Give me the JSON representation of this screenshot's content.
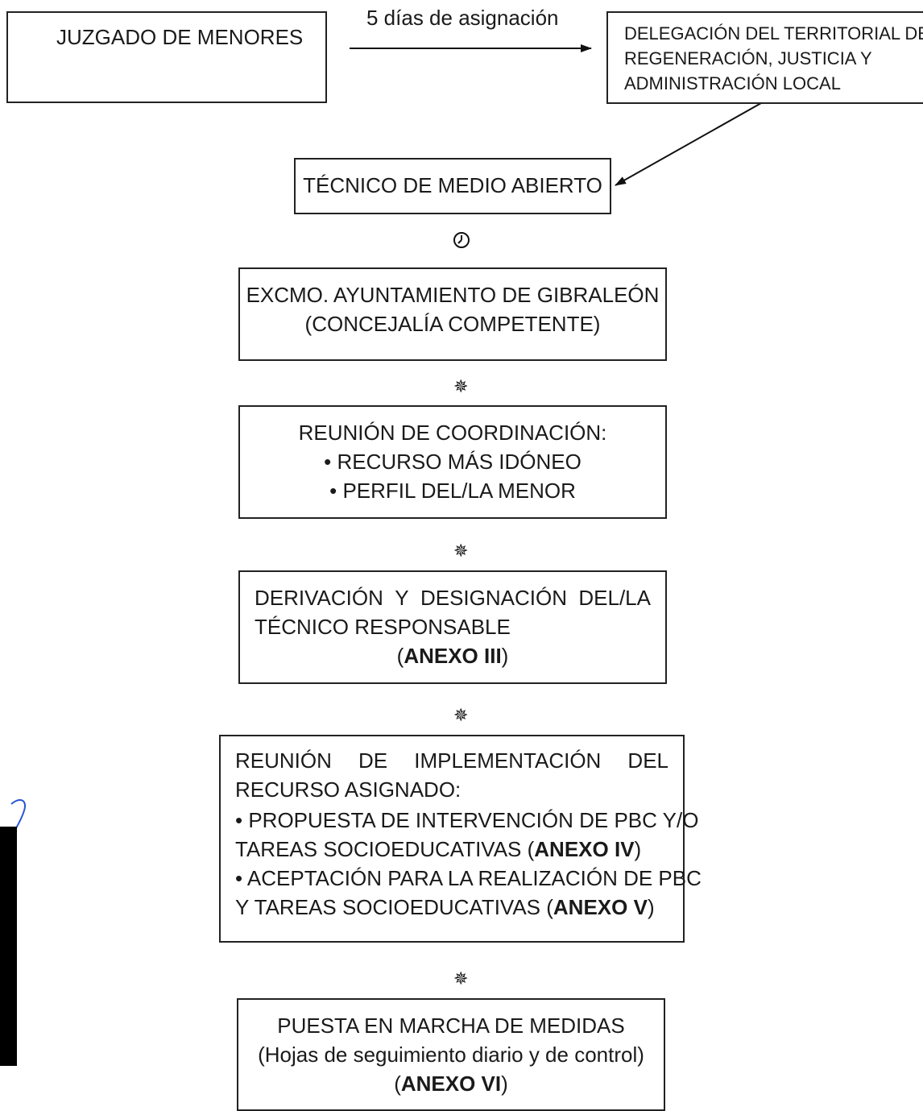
{
  "edge_label": "5 días de asignación",
  "nodes": {
    "juzgado": "JUZGADO DE MENORES",
    "delegacion": [
      "DELEGACIÓN DEL TERRITORIAL DE",
      "REGENERACIÓN, JUSTICIA Y",
      "ADMINISTRACIÓN LOCAL"
    ],
    "tecnico": "TÉCNICO DE MEDIO ABIERTO",
    "ayuntamiento": [
      "EXCMO. AYUNTAMIENTO DE GIBRALEÓN",
      "(CONCEJALÍA COMPETENTE)"
    ],
    "reunion_coord": {
      "title": "REUNIÓN DE COORDINACIÓN:",
      "bullets": [
        "RECURSO MÁS IDÓNEO",
        "PERFIL DEL/LA MENOR"
      ]
    },
    "derivacion": {
      "line1_words": [
        "DERIVACIÓN",
        "Y",
        "DESIGNACIÓN",
        "DEL/LA"
      ],
      "line2": "TÉCNICO RESPONSABLE",
      "anexo": "ANEXO III"
    },
    "implementacion": {
      "line1_words": [
        "REUNIÓN",
        "DE",
        "IMPLEMENTACIÓN",
        "DEL"
      ],
      "line2": "RECURSO ASIGNADO:",
      "bullet1_line1": "PROPUESTA DE INTERVENCIÓN DE PBC Y/O",
      "bullet1_line2": "TAREAS SOCIOEDUCATIVAS (",
      "bullet1_anexo": "ANEXO IV",
      "bullet2_line1": "ACEPTACIÓN PARA LA REALIZACIÓN DE PBC",
      "bullet2_line2": "Y TAREAS SOCIOEDUCATIVAS (",
      "bullet2_anexo": "ANEXO V"
    },
    "puesta": {
      "line1": "PUESTA EN MARCHA DE MEDIDAS",
      "line2": "(Hojas de seguimiento diario y de control)",
      "anexo": "ANEXO VI"
    }
  },
  "symbols": {
    "clock": "clock-symbol",
    "separator": "✵"
  }
}
